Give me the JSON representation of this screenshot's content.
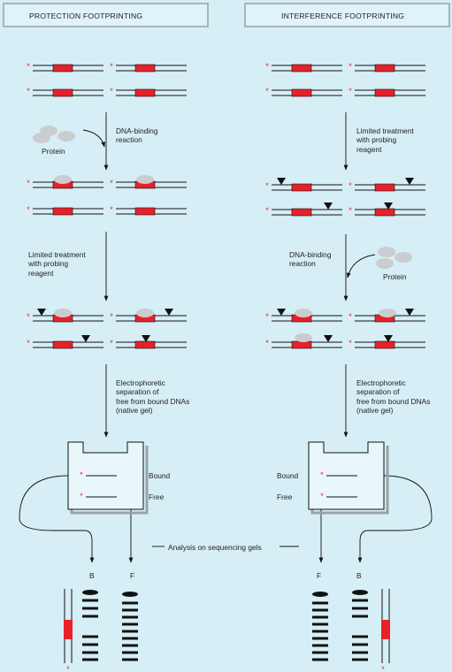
{
  "titles": {
    "left": "PROTECTION FOOTPRINTING",
    "right": "INTERFERENCE FOOTPRINTING"
  },
  "left": {
    "binding_step": "DNA-binding\nreaction",
    "protein_label": "Protein",
    "probing_step": "Limited treatment\nwith probing\nreagent",
    "separation_step": "Electrophoretic\nseparation of\nfree from bound DNAs\n(native gel)",
    "bound_label": "Bound",
    "free_label": "Free",
    "lane_b": "B",
    "lane_f": "F"
  },
  "right": {
    "probing_step": "Limited treatment\nwith probing\nreagent",
    "binding_step": "DNA-binding\nreaction",
    "protein_label": "Protein",
    "separation_step": "Electrophoretic\nseparation of\nfree from bound DNAs\n(native gel)",
    "bound_label": "Bound",
    "free_label": "Free",
    "lane_f": "F",
    "lane_b": "B"
  },
  "center": {
    "analysis_label": "Analysis on sequencing gels"
  },
  "colors": {
    "background": "#d6eef6",
    "binding_site": "#e8202a",
    "label_marker": "#e8202a",
    "protein": "#c9cdcf",
    "ink": "#111111"
  }
}
